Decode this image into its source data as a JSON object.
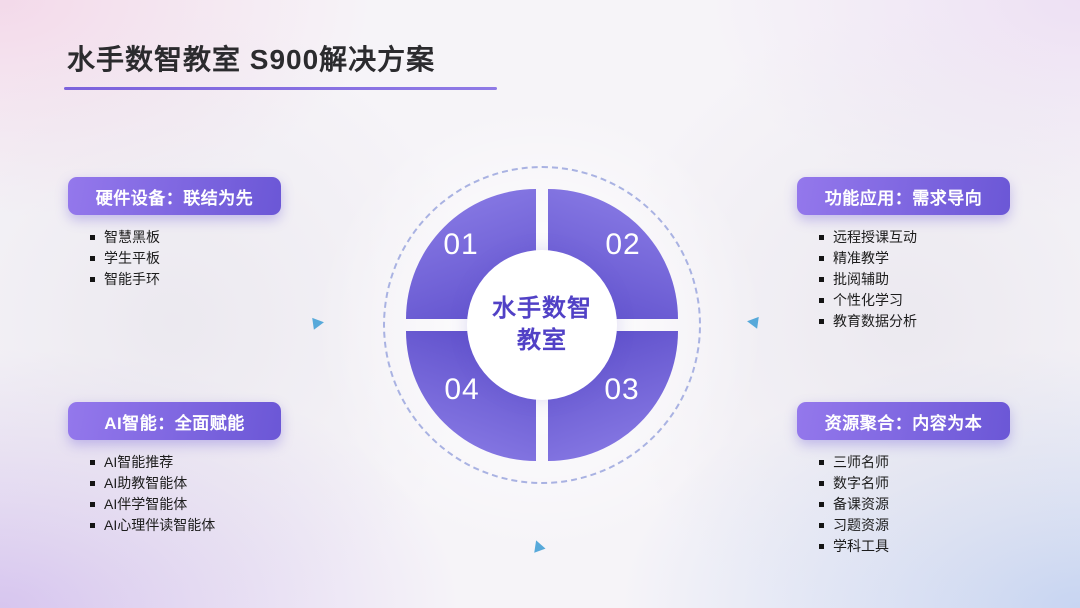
{
  "slide": {
    "title": "水手数智教室 S900解决方案"
  },
  "diagram": {
    "center": {
      "line1": "水手数智",
      "line2": "教室"
    },
    "quadrants": [
      {
        "number": "01"
      },
      {
        "number": "02"
      },
      {
        "number": "03"
      },
      {
        "number": "04"
      }
    ]
  },
  "sections": {
    "hardware": {
      "label": "硬件设备：联结为先",
      "items": [
        "智慧黑板",
        "学生平板",
        "智能手环"
      ]
    },
    "functions": {
      "label": "功能应用：需求导向",
      "items": [
        "远程授课互动",
        "精准教学",
        "批阅辅助",
        "个性化学习",
        "教育数据分析"
      ]
    },
    "ai": {
      "label": "AI智能：全面赋能",
      "items": [
        "AI智能推荐",
        "AI助教智能体",
        "AI伴学智能体",
        "AI心理伴读智能体"
      ]
    },
    "resources": {
      "label": "资源聚合：内容为本",
      "items": [
        "三师名师",
        "数字名师",
        "备课资源",
        "习题资源",
        "学科工具"
      ]
    }
  },
  "colors": {
    "accent_purple": "#6b57d6",
    "underline_purple": "#7c63dc",
    "arrow_blue": "#57a9da",
    "hub_text": "#5141c6"
  }
}
